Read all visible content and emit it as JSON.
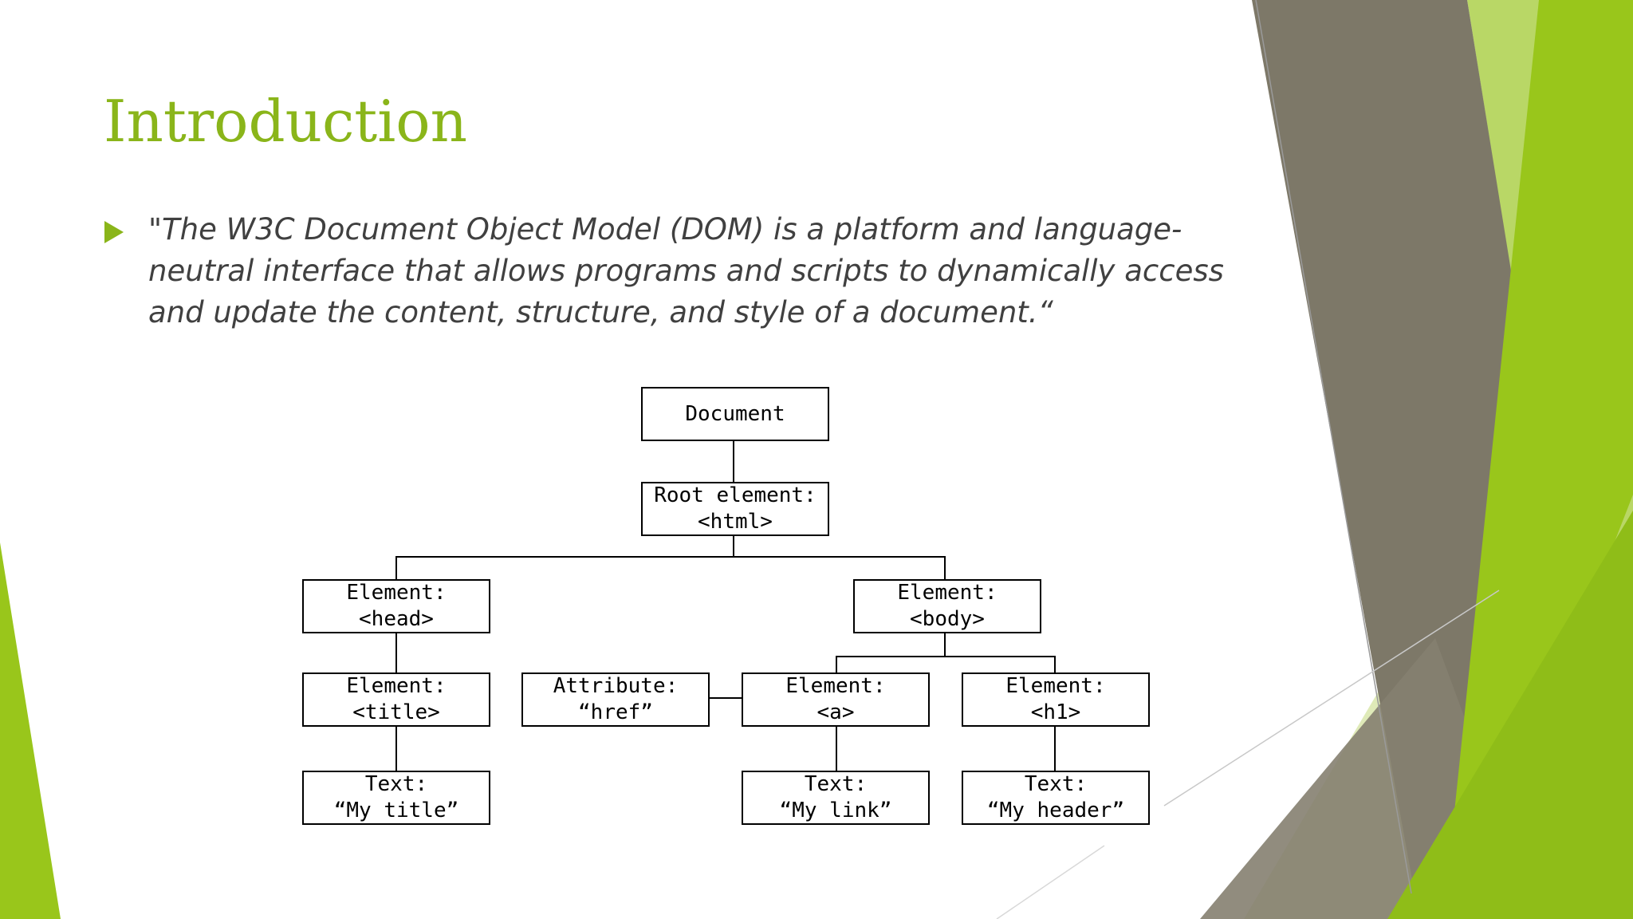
{
  "slide": {
    "title": "Introduction",
    "quote": "\"The W3C Document Object Model (DOM) is a platform and language-neutral interface that allows programs and scripts to dynamically access and update the content, structure, and style of a document.“"
  },
  "diagram": {
    "nodes": {
      "document": {
        "line1": "Document"
      },
      "root": {
        "line1": "Root element:",
        "line2": "<html>"
      },
      "head": {
        "line1": "Element:",
        "line2": "<head>"
      },
      "body": {
        "line1": "Element:",
        "line2": "<body>"
      },
      "title": {
        "line1": "Element:",
        "line2": "<title>"
      },
      "attribute": {
        "line1": "Attribute:",
        "line2": "“href”"
      },
      "a": {
        "line1": "Element:",
        "line2": "<a>"
      },
      "h1": {
        "line1": "Element:",
        "line2": "<h1>"
      },
      "text_title": {
        "line1": "Text:",
        "line2": "“My title”"
      },
      "text_link": {
        "line1": "Text:",
        "line2": "“My link”"
      },
      "text_header": {
        "line1": "Text:",
        "line2": "“My header”"
      }
    }
  },
  "colors": {
    "accent": "#8ab51a",
    "lime": "#99c61b",
    "grey_band": "#7d7868",
    "body_text": "#404040"
  }
}
